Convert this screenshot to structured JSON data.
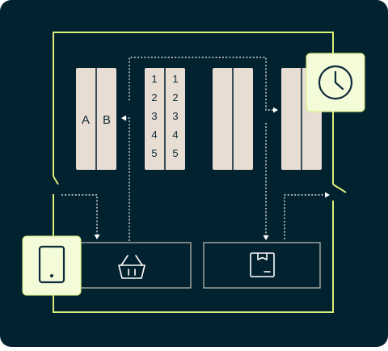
{
  "colors": {
    "background": "#022230",
    "panel_fill": "#e8ddd2",
    "accent_border": "#d8f07a",
    "icon_card_fill": "#f3fbd8",
    "dotted_line": "#ffffff",
    "box_border": "#a9aba3",
    "ink": "#0d2a3a"
  },
  "shelves": [
    {
      "name": "shelf-ab",
      "labels": {
        "left": [
          "A"
        ],
        "right": [
          "B"
        ]
      }
    },
    {
      "name": "shelf-numbers",
      "labels": {
        "left": [
          "1",
          "2",
          "3",
          "4",
          "5"
        ],
        "right": [
          "1",
          "2",
          "3",
          "4",
          "5"
        ]
      }
    },
    {
      "name": "shelf-empty-1",
      "labels": {
        "left": [],
        "right": []
      }
    },
    {
      "name": "shelf-empty-2",
      "labels": {
        "left": [],
        "right": []
      }
    }
  ],
  "icons": {
    "clock": "clock-icon",
    "tablet": "tablet-icon",
    "basket": "basket-icon",
    "box": "package-box-icon"
  }
}
